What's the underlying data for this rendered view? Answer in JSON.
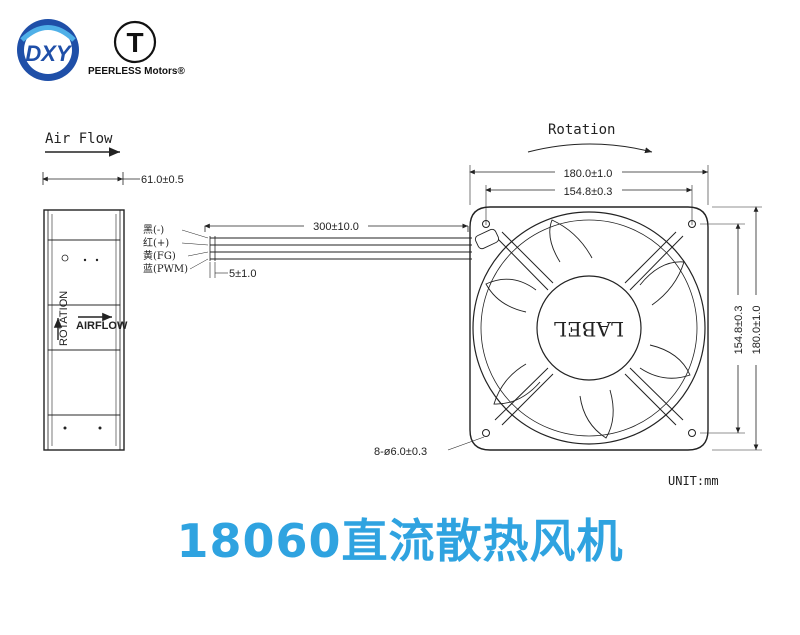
{
  "header": {
    "logo_text": "DXY",
    "brand_mark": "T",
    "brand_name": "PEERLESS Motors®"
  },
  "side_view": {
    "air_flow_label": "Air Flow",
    "depth_dim": "61.0±0.5",
    "sticker_rotation": "ROTATION",
    "sticker_airflow": "AIRFLOW"
  },
  "wires": {
    "length_dim": "300±10.0",
    "strip_dim": "5±1.0",
    "labels": [
      "黑(-)",
      "红(+)",
      "黄(FG)",
      "蓝(PWM)"
    ]
  },
  "front_view": {
    "rotation_label": "Rotation",
    "width_dim": "180.0±1.0",
    "hole_pitch_dim": "154.8±0.3",
    "height_dim": "180.0±1.0",
    "hole_pitch_v_dim": "154.8±0.3",
    "hole_dim": "8-ø6.0±0.3",
    "hub_label": "LABEL"
  },
  "unit_label": "UNIT:mm",
  "product_title": "18060直流散热风机"
}
